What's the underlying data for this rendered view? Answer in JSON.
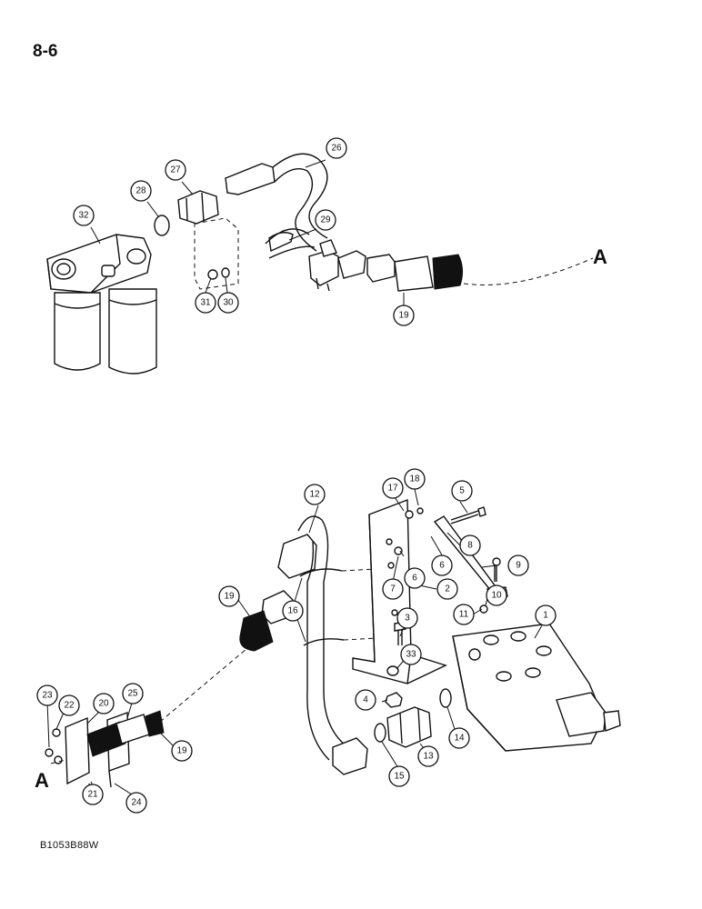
{
  "page": {
    "number": "8-6",
    "figure_code": "B1053B88W"
  },
  "references": {
    "top": "A",
    "bottom": "A"
  },
  "callouts": {
    "top": [
      "26",
      "27",
      "28",
      "32",
      "29",
      "31",
      "30",
      "19"
    ],
    "bottom": [
      "12",
      "17",
      "18",
      "5",
      "8",
      "9",
      "6",
      "7",
      "6",
      "2",
      "10",
      "11",
      "1",
      "19",
      "16",
      "3",
      "33",
      "4",
      "14",
      "13",
      "15",
      "23",
      "22",
      "20",
      "25",
      "19",
      "21",
      "24"
    ]
  }
}
